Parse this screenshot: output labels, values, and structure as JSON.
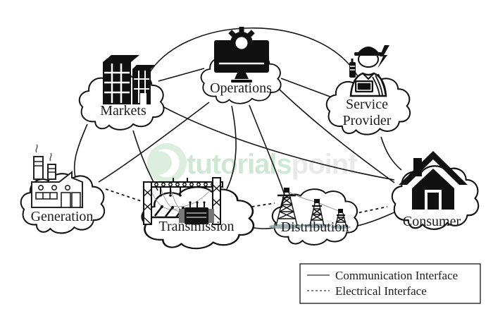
{
  "diagram": {
    "type": "smart-grid-conceptual-model",
    "nodes": [
      {
        "id": "markets",
        "label": "Markets",
        "icon": "buildings-icon"
      },
      {
        "id": "operations",
        "label": "Operations",
        "icon": "monitor-gear-icon"
      },
      {
        "id": "service_provider",
        "label": "Service Provider",
        "label_line1": "Service",
        "label_line2": "Provider",
        "icon": "technician-icon"
      },
      {
        "id": "generation",
        "label": "Generation",
        "icon": "factory-icon"
      },
      {
        "id": "transmission",
        "label": "Transmission",
        "icon": "substation-icon"
      },
      {
        "id": "distribution",
        "label": "Distribution",
        "icon": "pylons-icon"
      },
      {
        "id": "consumer",
        "label": "Consumer",
        "icon": "house-icon"
      }
    ],
    "edges": {
      "communication": [
        [
          "markets",
          "service_provider"
        ],
        [
          "markets",
          "operations"
        ],
        [
          "operations",
          "service_provider"
        ],
        [
          "markets",
          "generation"
        ],
        [
          "markets",
          "transmission"
        ],
        [
          "markets",
          "consumer"
        ],
        [
          "operations",
          "generation"
        ],
        [
          "operations",
          "transmission"
        ],
        [
          "operations",
          "distribution"
        ],
        [
          "operations",
          "consumer"
        ],
        [
          "service_provider",
          "consumer"
        ],
        [
          "transmission",
          "distribution"
        ],
        [
          "distribution",
          "consumer"
        ]
      ],
      "electrical": [
        [
          "generation",
          "transmission"
        ],
        [
          "transmission",
          "distribution"
        ],
        [
          "distribution",
          "consumer"
        ]
      ]
    },
    "legend": {
      "items": [
        {
          "style": "solid",
          "label": "Communication Interface"
        },
        {
          "style": "dashed",
          "label": "Electrical Interface"
        }
      ]
    },
    "watermark": {
      "text_primary": "tutorials",
      "text_secondary": "point",
      "color_primary": "#cfe8d4",
      "color_secondary": "#e9e9e9"
    },
    "colors": {
      "line": "#151515",
      "cloud_fill": "#ffffff",
      "cloud_stroke": "#111111",
      "ground": "#8da4a8"
    }
  }
}
